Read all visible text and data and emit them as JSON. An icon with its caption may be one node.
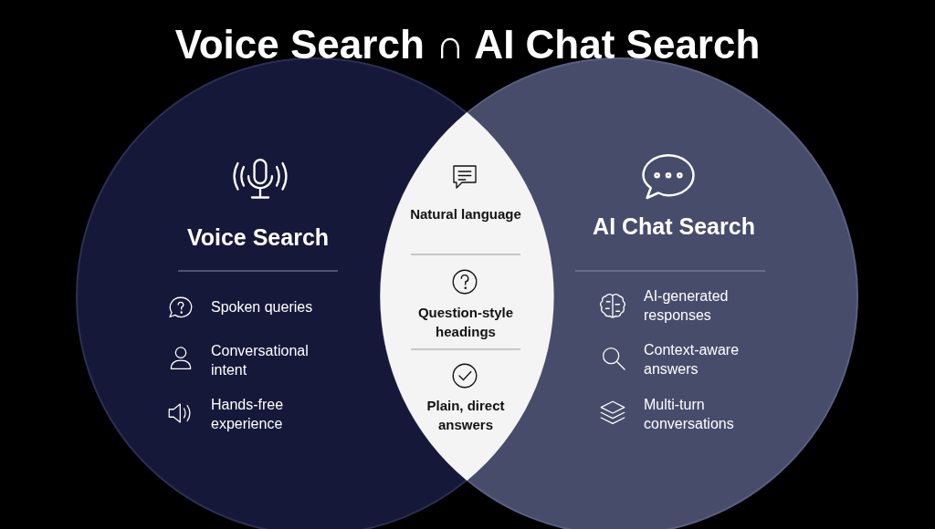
{
  "diagram": {
    "title": "Voice Search ∩ AI Chat Search",
    "nodes": [
      {
        "text": [
          "Voice Search",
          "Spoken queries",
          "Conversational intent",
          "Hands-free experience"
        ]
      },
      {
        "text": [
          "AI Chat Search",
          "AI-generated responses",
          "Context-aware answers",
          "Multi-turn conversations"
        ]
      },
      {
        "text": [
          "Natural language",
          "Question-style headings",
          "Plain, direct answers"
        ]
      }
    ],
    "edges": []
  }
}
